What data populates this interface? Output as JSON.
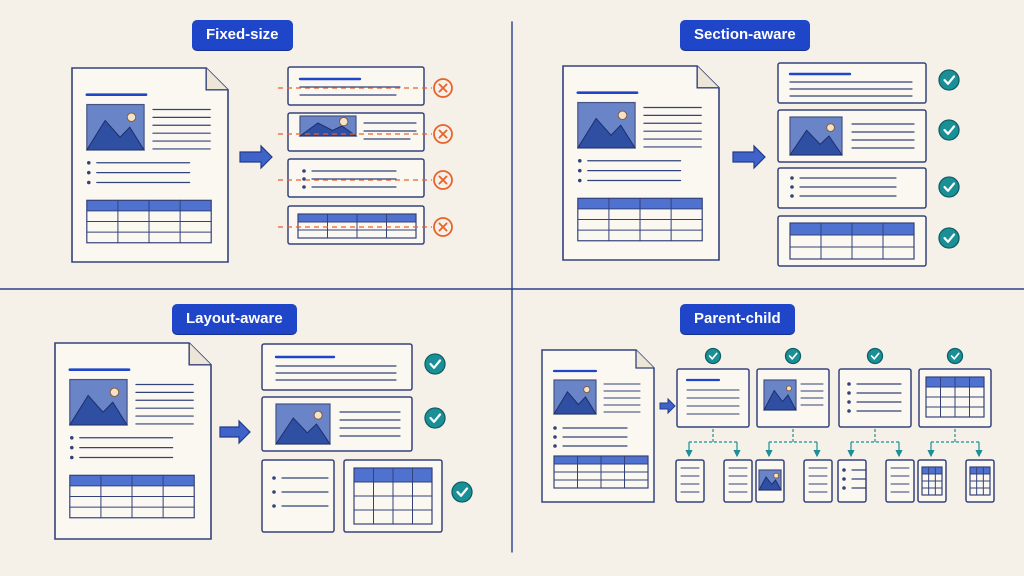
{
  "panels": {
    "fixed_size": {
      "title": "Fixed-size",
      "chunk_status": [
        "fail",
        "fail",
        "fail",
        "fail"
      ]
    },
    "section_aware": {
      "title": "Section-aware",
      "chunk_status": [
        "pass",
        "pass",
        "pass",
        "pass"
      ]
    },
    "layout_aware": {
      "title": "Layout-aware",
      "chunk_status": [
        "pass",
        "pass",
        "pass"
      ]
    },
    "parent_child": {
      "title": "Parent-child",
      "parent_status": [
        "pass",
        "pass",
        "pass",
        "pass"
      ]
    }
  },
  "colors": {
    "background": "#f6f1e8",
    "ink_blue": "#1f45c9",
    "table_header": "#4f72d0",
    "image_fill": "#5b78c4",
    "cut_line": "#e8622a",
    "check_fill": "#1b8f96",
    "divider": "#2a3f8f"
  }
}
